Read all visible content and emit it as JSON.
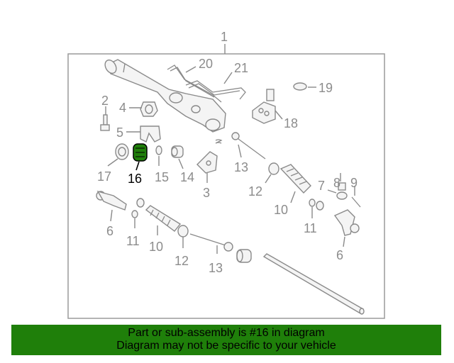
{
  "colors": {
    "banner_background": "#1f7f0a",
    "highlight_part": "#1f7f0a",
    "part_stroke": "#8a8a8a",
    "frame_stroke": "#9a9a9a"
  },
  "diagram": {
    "highlighted_callout": "16",
    "callouts": {
      "c1": "1",
      "c2": "2",
      "c3": "3",
      "c4": "4",
      "c5": "5",
      "c6a": "6",
      "c6b": "6",
      "c7": "7",
      "c8": "8",
      "c9": "9",
      "c10a": "10",
      "c10b": "10",
      "c11a": "11",
      "c11b": "11",
      "c12a": "12",
      "c12b": "12",
      "c13a": "13",
      "c13b": "13",
      "c14": "14",
      "c15": "15",
      "c16": "16",
      "c17": "17",
      "c18": "18",
      "c19": "19",
      "c20": "20",
      "c21": "21"
    }
  },
  "banner": {
    "line1": "Part or sub-assembly is #16 in diagram",
    "line2": "Diagram may not be specific to your vehicle"
  }
}
